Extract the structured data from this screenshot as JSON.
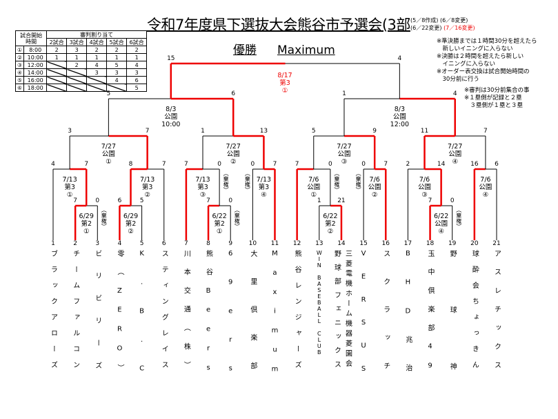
{
  "header": {
    "title": "令和7年度県下選抜大会熊谷市予選会(3部",
    "revisions_line1": "(5／8作成) (6／8変更)",
    "revisions_line2": "(6／22変更)",
    "revisions_red": "(7／16変更)",
    "winner_label": "優勝",
    "winner_name": "Maximum"
  },
  "notes": {
    "rules": "※準決勝までは１時間30分を超えたら\n　新しいイニングに入らない\n※決勝は２時間を超えたら新しい\n　イニングに入らない\n※オーダー表交換は試合開始時間の\n　30分前に行う",
    "umpire": "※審判は30分前集合の事\n※１塁側が記録と２塁\n　３塁側が１塁と３塁"
  },
  "umpire_table": {
    "header_time": "試合開始\n時間",
    "header_assign": "審判割り当て",
    "columns": [
      "2試合",
      "3試合",
      "4試合",
      "5試合",
      "6試合"
    ],
    "rows": [
      {
        "no": "①",
        "time": "8:00",
        "vals": [
          "2",
          "3",
          "2",
          "2",
          "2"
        ]
      },
      {
        "no": "②",
        "time": "10:00",
        "vals": [
          "1",
          "1",
          "1",
          "1",
          "1"
        ]
      },
      {
        "no": "③",
        "time": "12:00",
        "vals": [
          null,
          "2",
          "4",
          "5",
          "4"
        ]
      },
      {
        "no": "④",
        "time": "14:00",
        "vals": [
          null,
          null,
          "3",
          "3",
          "3"
        ]
      },
      {
        "no": "⑤",
        "time": "16:00",
        "vals": [
          null,
          null,
          null,
          "4",
          "6"
        ]
      },
      {
        "no": "⑥",
        "time": "18:00",
        "vals": [
          null,
          null,
          null,
          null,
          "5"
        ]
      }
    ]
  },
  "forfeit_label": "（棄権）",
  "teams": [
    {
      "seed": "1",
      "name": "ブラックアローズ"
    },
    {
      "seed": "2",
      "name": "チームファルコン"
    },
    {
      "seed": "3",
      "name": "ビリビリーズ"
    },
    {
      "seed": "4",
      "name": "零（ZERO）"
    },
    {
      "seed": "5",
      "name": "K.B.C"
    },
    {
      "seed": "6",
      "name": "スティングレイス"
    },
    {
      "seed": "7",
      "name": "川本交通（株）"
    },
    {
      "seed": "8",
      "name": "熊谷Beers"
    },
    {
      "seed": "9",
      "name": "69ers"
    },
    {
      "seed": "10",
      "name": "大里倶楽部"
    },
    {
      "seed": "11",
      "name": "Maximum"
    },
    {
      "seed": "12",
      "name": "熊谷レンジャーズ"
    },
    {
      "seed": "13",
      "name": "WIN BASEBALL CLUB"
    },
    {
      "seed": "14",
      "name": "三菱電機ホーム機器菱園会",
      "name2": "野球部フェニックス"
    },
    {
      "seed": "15",
      "name": "VERSUS"
    },
    {
      "seed": "16",
      "name": "スクラッチ"
    },
    {
      "seed": "17",
      "name": "BHD兆治"
    },
    {
      "seed": "18",
      "name": "玉中倶楽部49"
    },
    {
      "seed": "19",
      "name": "野球神"
    },
    {
      "seed": "20",
      "name": "球酔会ちょっきん"
    },
    {
      "seed": "21",
      "name": "アスレチックス"
    }
  ],
  "matches": [
    {
      "id": "A",
      "date": "6/29",
      "venue": "第2",
      "sub": "①",
      "scores": [
        "7",
        "0"
      ],
      "forfeit": "right"
    },
    {
      "id": "B",
      "date": "7/13",
      "venue": "第3",
      "sub": "①",
      "scores": [
        "4",
        "7"
      ],
      "forfeit": null
    },
    {
      "id": "C",
      "date": "6/29",
      "venue": "第2",
      "sub": "②",
      "scores": [
        "6",
        "5"
      ],
      "forfeit": null
    },
    {
      "id": "D",
      "date": "7/13",
      "venue": "第3",
      "sub": "②",
      "scores": [
        "8",
        "7"
      ],
      "forfeit": null
    },
    {
      "id": "E",
      "date": "7/27",
      "venue": "公園",
      "sub": "①",
      "scores": [
        "3",
        "7"
      ],
      "forfeit": null
    },
    {
      "id": "F",
      "date": "6/22",
      "venue": "第2",
      "sub": "①",
      "scores": [
        "7",
        "0"
      ],
      "forfeit": "right"
    },
    {
      "id": "G",
      "date": "7/13",
      "venue": "第3",
      "sub": "③",
      "scores": [
        "7",
        "0"
      ],
      "forfeit": "right"
    },
    {
      "id": "H",
      "date": "7/13",
      "venue": "第3",
      "sub": "④",
      "scores": [
        "0",
        "7"
      ],
      "forfeit": "left"
    },
    {
      "id": "I",
      "date": "7/27",
      "venue": "公園",
      "sub": "②",
      "scores": [
        "1",
        "13"
      ],
      "forfeit": null
    },
    {
      "id": "J",
      "date": "8/3",
      "venue": "公園",
      "sub": "10:00",
      "scores": [
        "5",
        "6"
      ],
      "forfeit": null
    },
    {
      "id": "K",
      "date": "6/22",
      "venue": "第2",
      "sub": "②",
      "scores": [
        "1",
        "21"
      ],
      "forfeit": null
    },
    {
      "id": "L",
      "date": "7/6",
      "venue": "公園",
      "sub": "①",
      "scores": [
        "7",
        "0"
      ],
      "forfeit": "right"
    },
    {
      "id": "M",
      "date": "7/6",
      "venue": "公園",
      "sub": "②",
      "scores": [
        "0",
        "7"
      ],
      "forfeit": "left"
    },
    {
      "id": "N",
      "date": "7/27",
      "venue": "公園",
      "sub": "③",
      "scores": [
        "5",
        "9"
      ],
      "forfeit": null
    },
    {
      "id": "O",
      "date": "6/22",
      "venue": "公園",
      "sub": "④",
      "scores": [
        "7",
        "0"
      ],
      "forfeit": "right"
    },
    {
      "id": "P",
      "date": "7/6",
      "venue": "公園",
      "sub": "③",
      "scores": [
        "2",
        "14"
      ],
      "forfeit": null
    },
    {
      "id": "Q",
      "date": "7/6",
      "venue": "公園",
      "sub": "④",
      "scores": [
        "16",
        "6"
      ],
      "forfeit": null
    },
    {
      "id": "R",
      "date": "7/27",
      "venue": "公園",
      "sub": "④",
      "scores": [
        "11",
        "7"
      ],
      "forfeit": null
    },
    {
      "id": "S",
      "date": "8/3",
      "venue": "公園",
      "sub": "12:00",
      "scores": [
        "1",
        "4"
      ],
      "forfeit": null
    },
    {
      "id": "T",
      "date": "8/17",
      "venue": "第3",
      "sub": "①",
      "scores": [
        "15",
        "4"
      ],
      "forfeit": null
    }
  ],
  "colors": {
    "win_line": "#ee0000",
    "line": "#000000",
    "red_text": "#ee0000"
  }
}
